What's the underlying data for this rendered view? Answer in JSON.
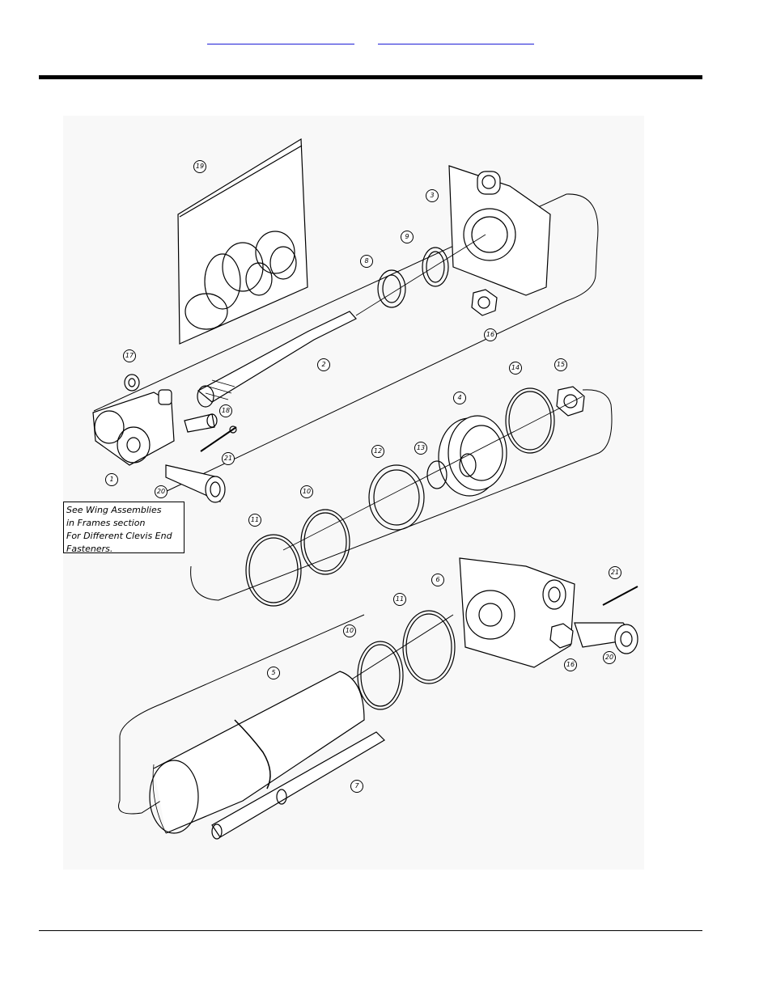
{
  "header": {
    "links": [
      "",
      ""
    ]
  },
  "figure": {
    "note_lines": [
      "See Wing Assemblies",
      "in Frames section",
      "For Different Clevis End",
      "Fasteners."
    ],
    "callouts": [
      "19",
      "3",
      "9",
      "8",
      "16",
      "2",
      "17",
      "18",
      "21",
      "1",
      "20",
      "14",
      "15",
      "4",
      "13",
      "12",
      "10",
      "11",
      "6",
      "21",
      "20",
      "16",
      "11",
      "10",
      "5",
      "7"
    ]
  }
}
